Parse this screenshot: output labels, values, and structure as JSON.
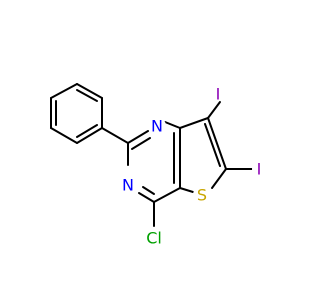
{
  "molecule": {
    "atoms": {
      "n1": {
        "label": "N",
        "color": "#0000ff"
      },
      "n3": {
        "label": "N",
        "color": "#0000ff"
      },
      "s": {
        "label": "S",
        "color": "#c8a600"
      },
      "cl": {
        "label": "Cl",
        "color": "#00a000"
      },
      "i7": {
        "label": "I",
        "color": "#8b00b5"
      },
      "i6": {
        "label": "I",
        "color": "#8b00b5"
      }
    }
  }
}
